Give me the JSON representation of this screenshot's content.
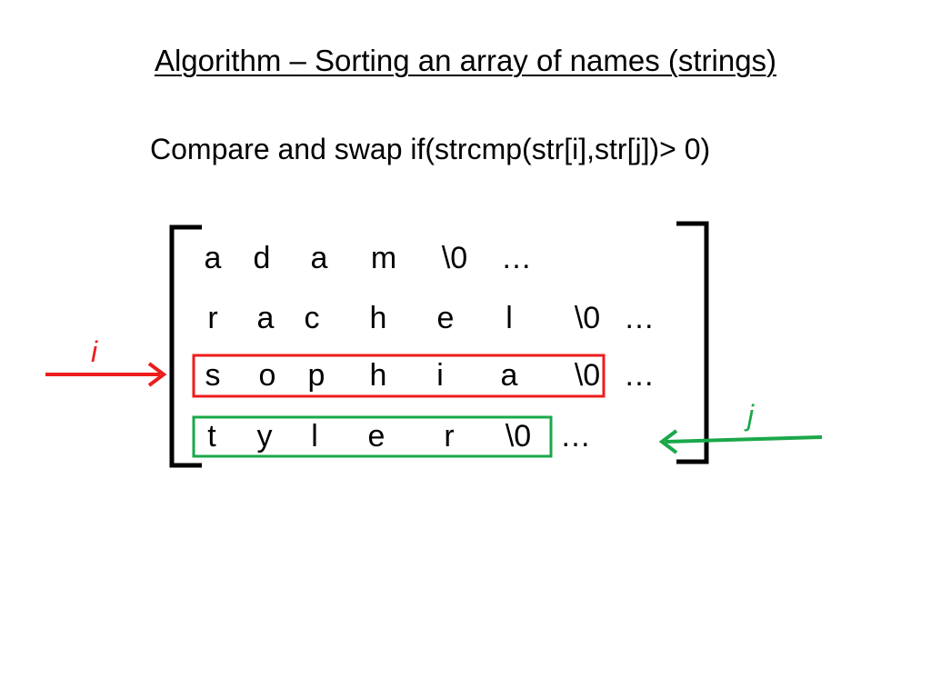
{
  "slide": {
    "title": "Algorithm – Sorting an array of names (strings)",
    "subtitle": "Compare and swap if(strcmp(str[i],str[j])> 0)"
  },
  "matrix": {
    "rows": [
      [
        "a",
        "d",
        "a",
        "m",
        "\\0",
        "…"
      ],
      [
        "r",
        "a",
        "c",
        "h",
        "e",
        "l",
        "\\0",
        "…"
      ],
      [
        "s",
        "o",
        "p",
        "h",
        "i",
        "a",
        "\\0",
        "…"
      ],
      [
        "t",
        "y",
        "l",
        "e",
        "r",
        "\\0",
        "…"
      ]
    ]
  },
  "pointers": {
    "i": {
      "label": "i",
      "row": 2,
      "color": "#ee1c1c"
    },
    "j": {
      "label": "j",
      "row": 3,
      "color": "#1aa84a"
    }
  }
}
